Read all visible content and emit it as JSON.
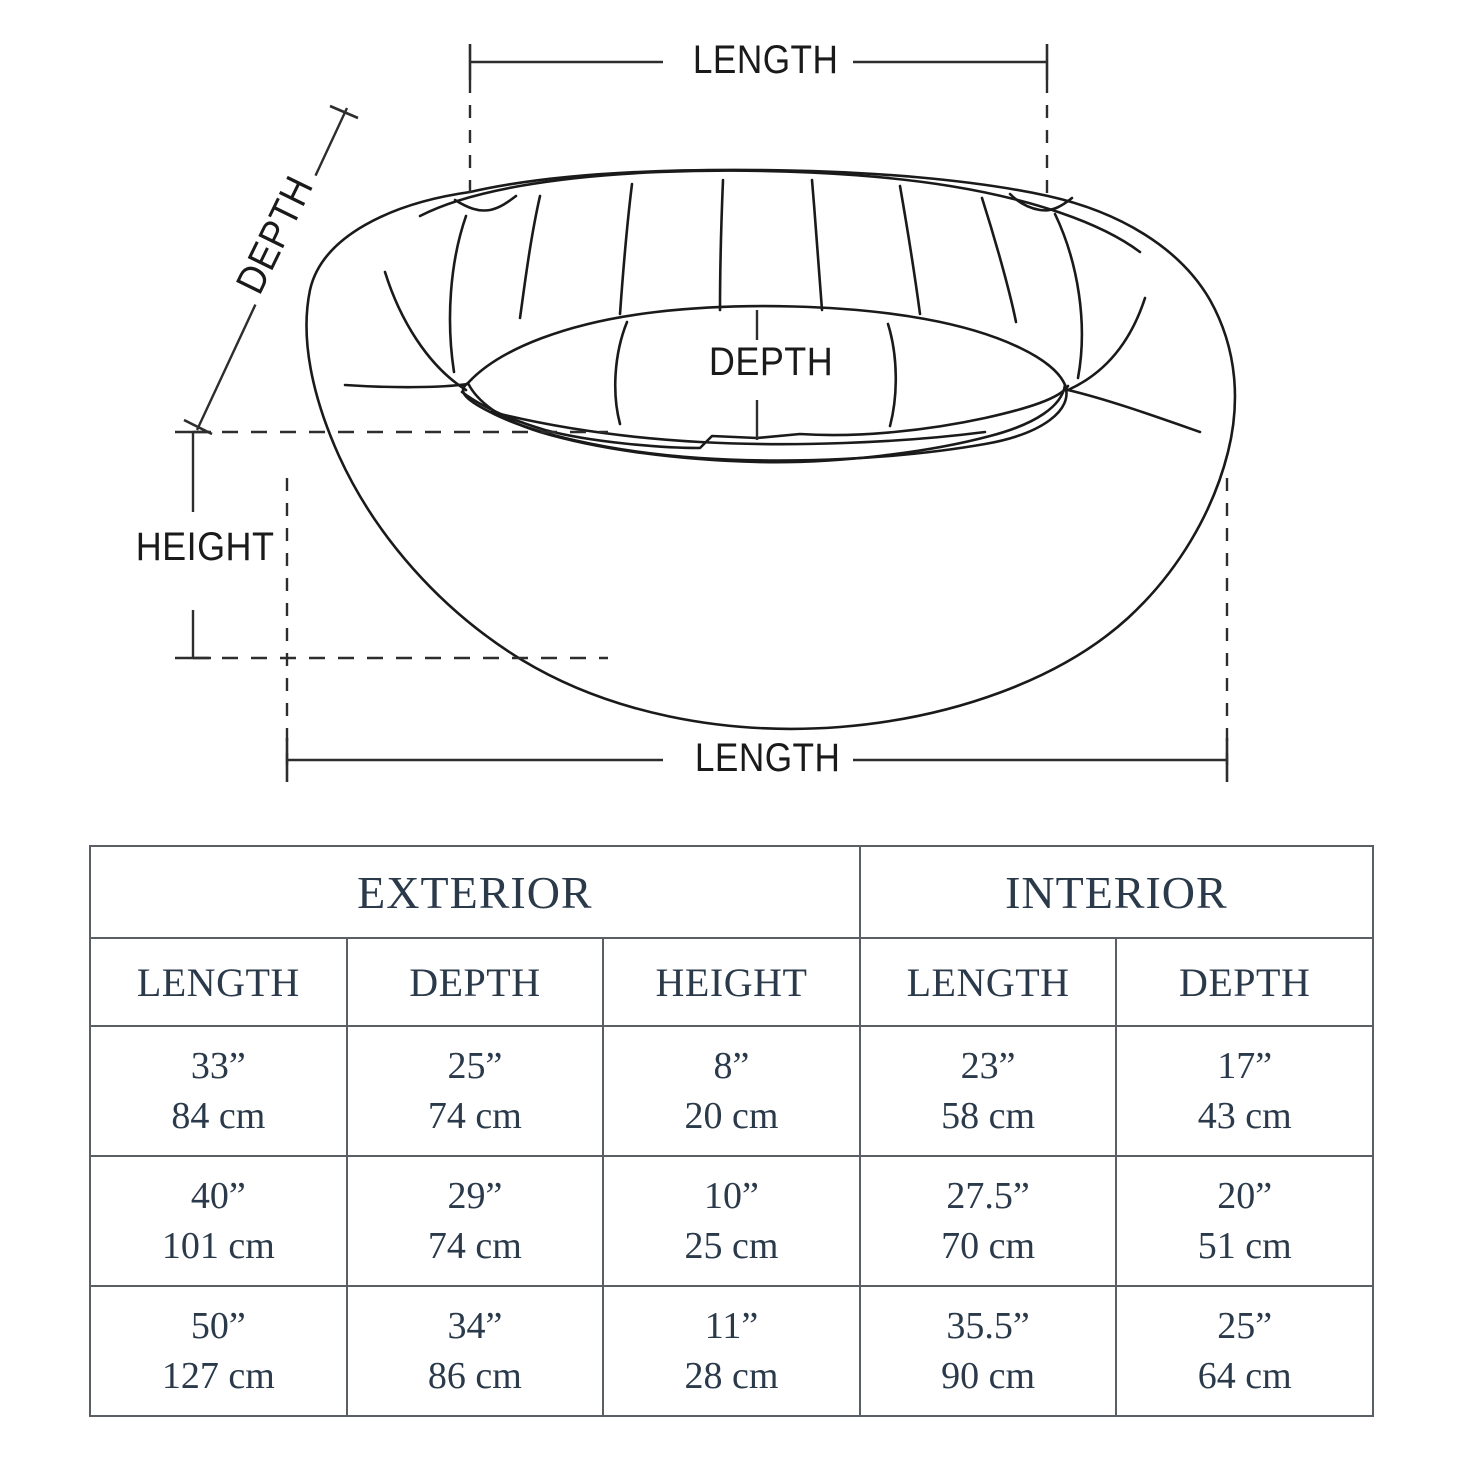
{
  "diagram": {
    "labels": {
      "length_top": "LENGTH",
      "length_bottom": "LENGTH",
      "height": "HEIGHT",
      "depth_interior": "DEPTH",
      "depth_exterior": "DEPTH"
    },
    "subject": "round bolster pet bed perspective line drawing",
    "line_color": "#1a1a1a",
    "dash_color": "#3a3a3a"
  },
  "table": {
    "group_headers": [
      {
        "label": "EXTERIOR",
        "span": 3
      },
      {
        "label": "INTERIOR",
        "span": 2
      }
    ],
    "columns": [
      "LENGTH",
      "DEPTH",
      "HEIGHT",
      "LENGTH",
      "DEPTH"
    ],
    "rows": [
      {
        "cells": [
          {
            "in": "33”",
            "cm": "84 cm"
          },
          {
            "in": "25”",
            "cm": "74 cm"
          },
          {
            "in": "8”",
            "cm": "20 cm"
          },
          {
            "in": "23”",
            "cm": "58 cm"
          },
          {
            "in": "17”",
            "cm": "43 cm"
          }
        ]
      },
      {
        "cells": [
          {
            "in": "40”",
            "cm": "101 cm"
          },
          {
            "in": "29”",
            "cm": "74 cm"
          },
          {
            "in": "10”",
            "cm": "25 cm"
          },
          {
            "in": "27.5”",
            "cm": "70 cm"
          },
          {
            "in": "20”",
            "cm": "51 cm"
          }
        ]
      },
      {
        "cells": [
          {
            "in": "50”",
            "cm": "127 cm"
          },
          {
            "in": "34”",
            "cm": "86 cm"
          },
          {
            "in": "11”",
            "cm": "28 cm"
          },
          {
            "in": "35.5”",
            "cm": "90 cm"
          },
          {
            "in": "25”",
            "cm": "64 cm"
          }
        ]
      }
    ],
    "text_color": "#2b3a4a",
    "border_color": "#5a5f66"
  }
}
